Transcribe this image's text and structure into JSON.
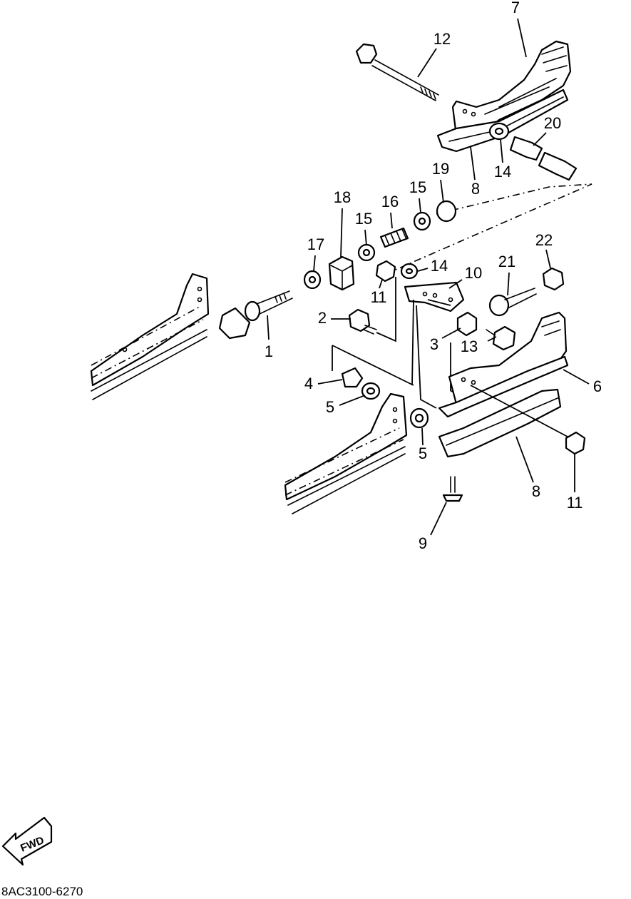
{
  "diagram": {
    "code": "8AC3100-6270",
    "fwd_label": "FWD",
    "callouts": [
      {
        "id": "c1",
        "text": "1"
      },
      {
        "id": "c2",
        "text": "2"
      },
      {
        "id": "c3",
        "text": "3"
      },
      {
        "id": "c4",
        "text": "4"
      },
      {
        "id": "c5a",
        "text": "5"
      },
      {
        "id": "c5b",
        "text": "5"
      },
      {
        "id": "c6",
        "text": "6"
      },
      {
        "id": "c7",
        "text": "7"
      },
      {
        "id": "c8a",
        "text": "8"
      },
      {
        "id": "c8b",
        "text": "8"
      },
      {
        "id": "c9",
        "text": "9"
      },
      {
        "id": "c10",
        "text": "10"
      },
      {
        "id": "c11a",
        "text": "11"
      },
      {
        "id": "c11b",
        "text": "11"
      },
      {
        "id": "c12",
        "text": "12"
      },
      {
        "id": "c13",
        "text": "13"
      },
      {
        "id": "c14a",
        "text": "14"
      },
      {
        "id": "c14b",
        "text": "14"
      },
      {
        "id": "c15a",
        "text": "15"
      },
      {
        "id": "c15b",
        "text": "15"
      },
      {
        "id": "c16",
        "text": "16"
      },
      {
        "id": "c17",
        "text": "17"
      },
      {
        "id": "c18",
        "text": "18"
      },
      {
        "id": "c19",
        "text": "19"
      },
      {
        "id": "c20",
        "text": "20"
      },
      {
        "id": "c21",
        "text": "21"
      },
      {
        "id": "c22",
        "text": "22"
      }
    ]
  }
}
